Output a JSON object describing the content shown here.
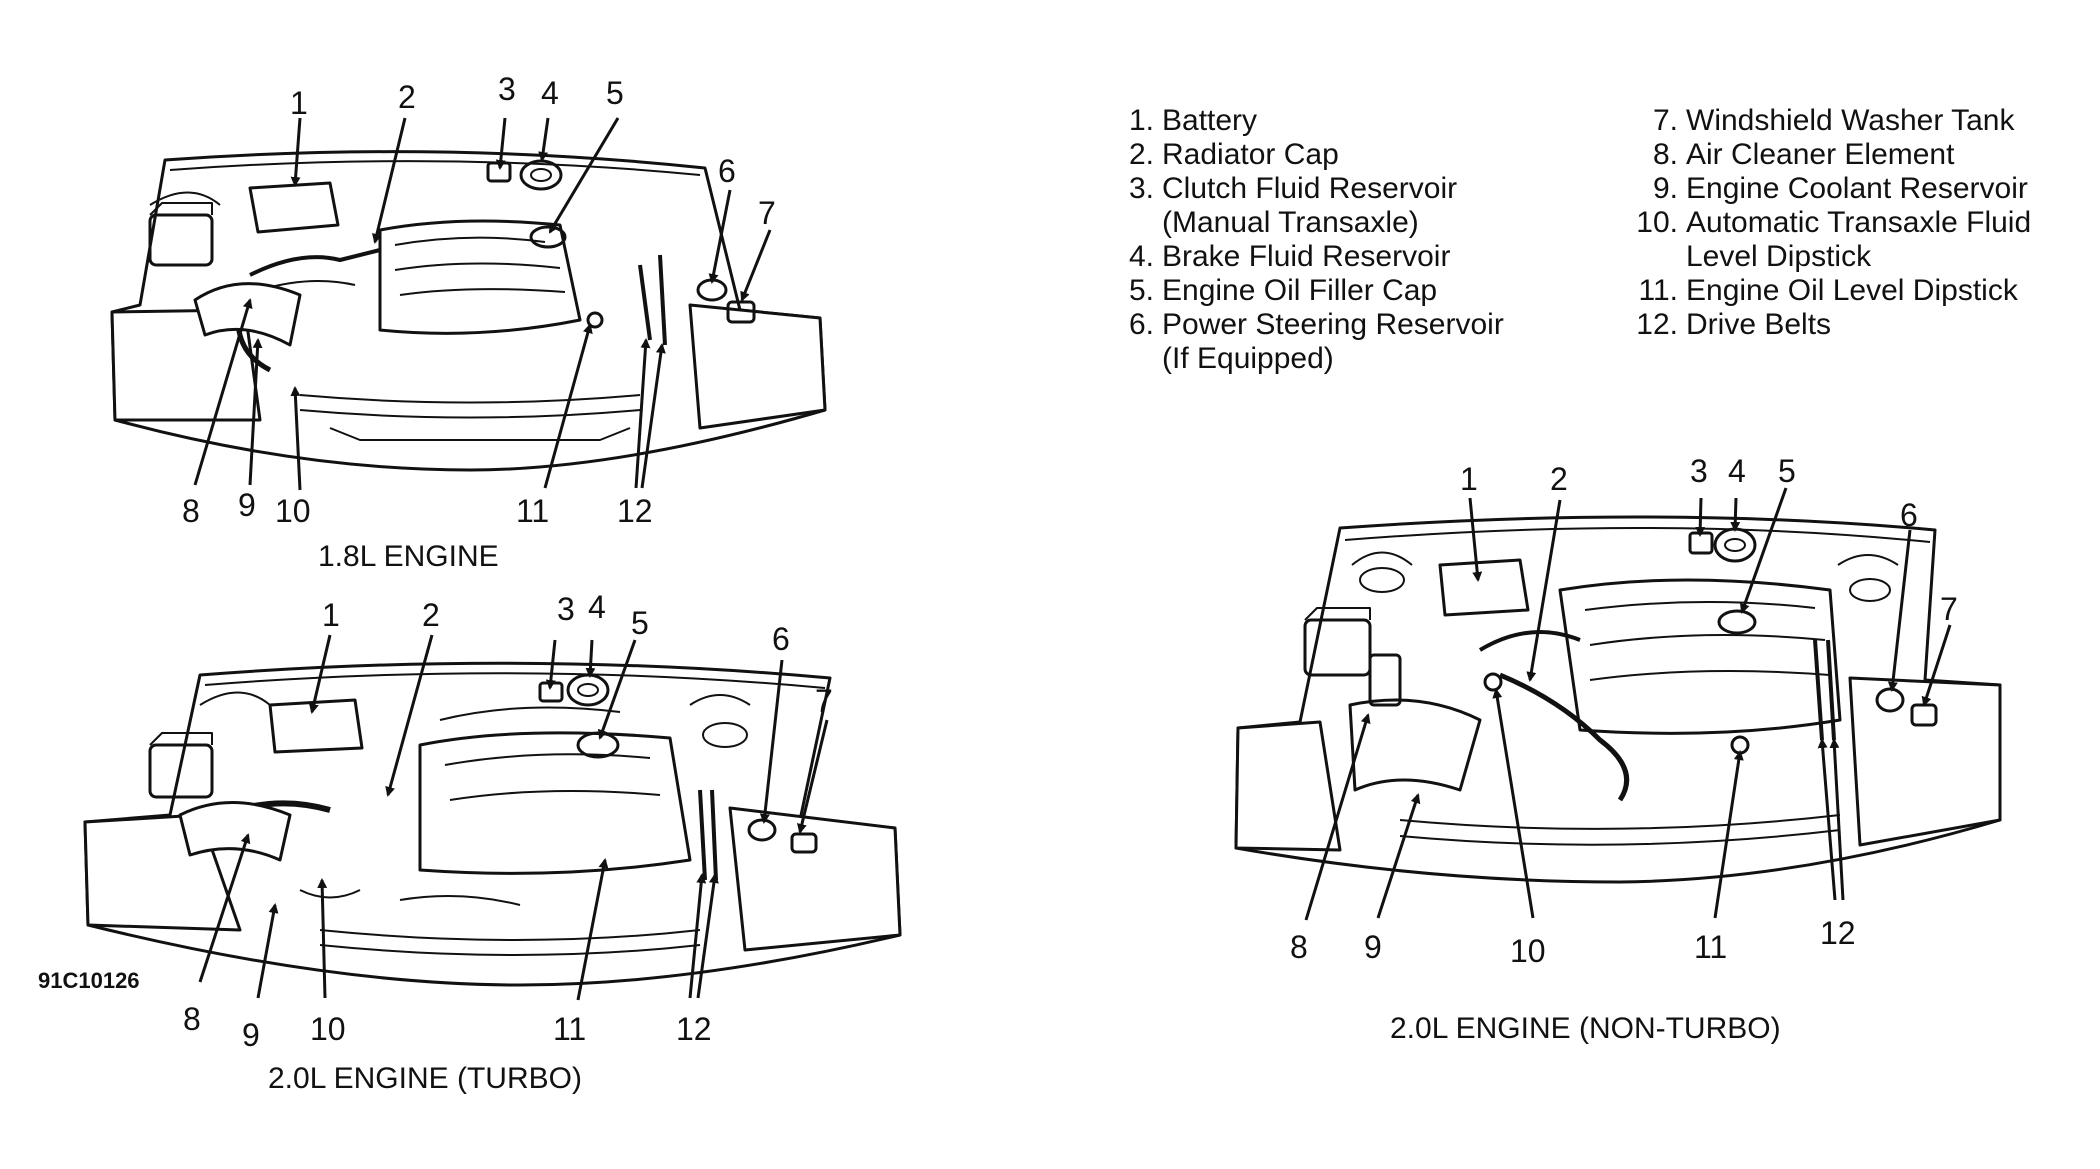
{
  "legend": {
    "left": [
      {
        "num": "1.",
        "text": "Battery"
      },
      {
        "num": "2.",
        "text": "Radiator Cap"
      },
      {
        "num": "3.",
        "text": "Clutch Fluid Reservoir",
        "cont": "(Manual Transaxle)"
      },
      {
        "num": "4.",
        "text": "Brake Fluid Reservoir"
      },
      {
        "num": "5.",
        "text": "Engine Oil Filler Cap"
      },
      {
        "num": "6.",
        "text": "Power Steering Reservoir",
        "cont": "(If Equipped)"
      }
    ],
    "right": [
      {
        "num": "7.",
        "text": "Windshield Washer Tank"
      },
      {
        "num": "8.",
        "text": "Air Cleaner Element"
      },
      {
        "num": "9.",
        "text": "Engine Coolant Reservoir"
      },
      {
        "num": "10.",
        "text": "Automatic Transaxle Fluid",
        "cont": "Level Dipstick"
      },
      {
        "num": "11.",
        "text": "Engine Oil Level Dipstick"
      },
      {
        "num": "12.",
        "text": "Drive Belts"
      }
    ]
  },
  "diagrams": {
    "engine_18": {
      "caption": "1.8L ENGINE",
      "callouts": [
        "1",
        "2",
        "3",
        "4",
        "5",
        "6",
        "7",
        "8",
        "9",
        "10",
        "11",
        "12"
      ]
    },
    "engine_20_turbo": {
      "caption": "2.0L ENGINE (TURBO)",
      "callouts": [
        "1",
        "2",
        "3",
        "4",
        "5",
        "6",
        "7",
        "8",
        "9",
        "10",
        "11",
        "12"
      ]
    },
    "engine_20_nonturbo": {
      "caption": "2.0L ENGINE (NON-TURBO)",
      "callouts": [
        "1",
        "2",
        "3",
        "4",
        "5",
        "6",
        "7",
        "8",
        "9",
        "10",
        "11",
        "12"
      ]
    }
  },
  "figure_id": "91C10126"
}
